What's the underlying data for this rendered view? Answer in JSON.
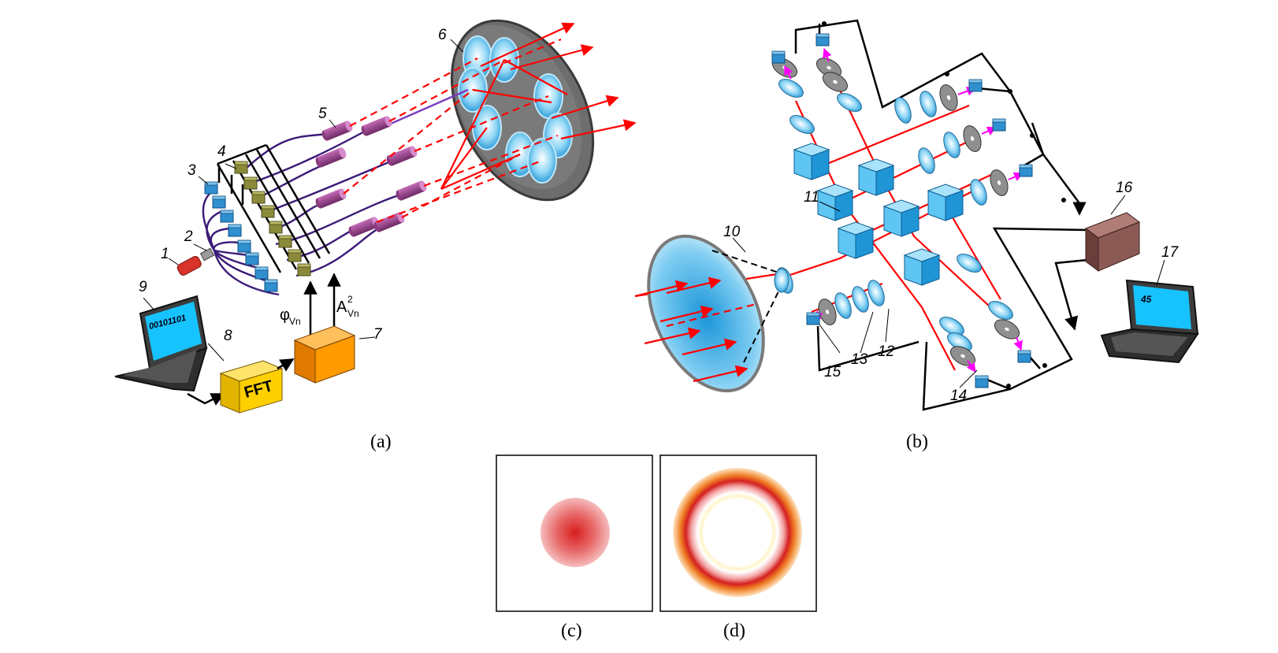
{
  "panels": {
    "a": {
      "caption": "(a)"
    },
    "b": {
      "caption": "(b)"
    },
    "c": {
      "caption": "(c)"
    },
    "d": {
      "caption": "(d)"
    }
  },
  "labels": {
    "n1": "1",
    "n2": "2",
    "n3": "3",
    "n4": "4",
    "n5": "5",
    "n6": "6",
    "n7": "7",
    "n8": "8",
    "n9": "9",
    "n10": "10",
    "n11": "11",
    "n12": "12",
    "n13": "13",
    "n14": "14",
    "n15": "15",
    "n16": "16",
    "n17": "17"
  },
  "text": {
    "laptop_a_screen": "00101101",
    "laptop_b_screen": "45",
    "fft_block": "FFT",
    "phase_symbol": "φ",
    "phase_sub": "Vn",
    "amp_symbol": "A",
    "amp_sup": "2",
    "amp_sub": "Vn"
  },
  "colors": {
    "beam": "#ff0000",
    "fiber": "#3b1a78",
    "modulator": "#2f8fcf",
    "collimator": "#9b3f8f",
    "fft_block": "#ffd000",
    "amplifier_block": "#ff9a00",
    "processor_block": "#8c5a55",
    "laptop_screen": "#17c3ff"
  }
}
